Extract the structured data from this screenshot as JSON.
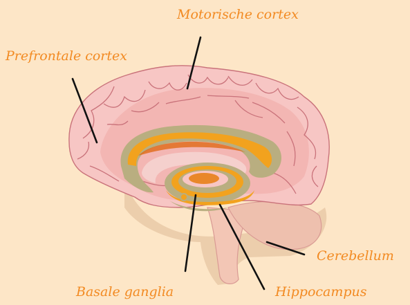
{
  "labels": {
    "motor": "Motorische cortex",
    "prefrontal": "Prefrontale cortex",
    "cerebellum": "Cerebellum",
    "basal": "Basale ganglia",
    "hippocampus": "Hippocampus"
  },
  "colors": {
    "background": "#fde6c7",
    "label": "#f28a22",
    "leader_line": "#111111",
    "cortex_outer": "#f7c6c4",
    "cortex_inner": "#f1a9a6",
    "gyri_outline": "#c9727a",
    "limbic_band": "#b9ae80",
    "limbic_orange": "#f2a21e",
    "shadow": "#eacba8"
  }
}
